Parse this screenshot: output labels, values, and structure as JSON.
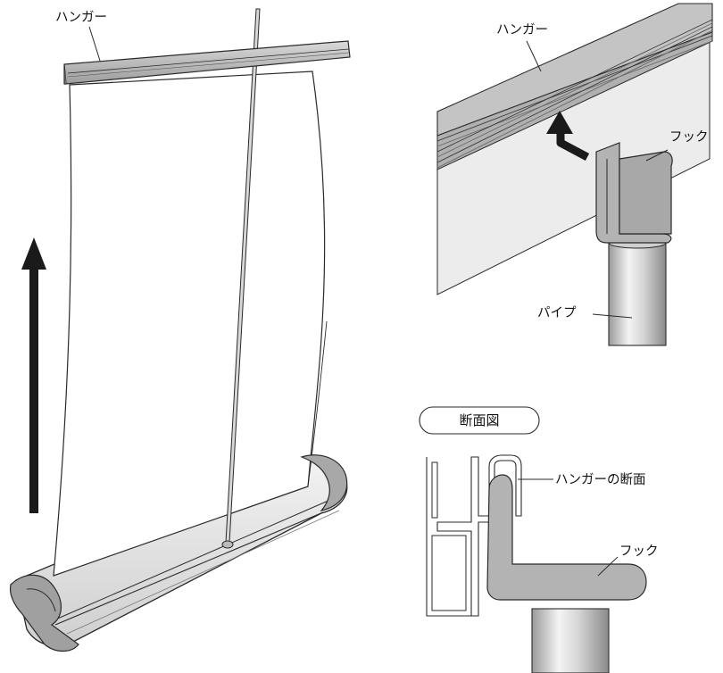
{
  "labels": {
    "main_hanger": "ハンガー",
    "detail_hanger": "ハンガー",
    "detail_hook": "フック",
    "detail_pipe": "パイプ",
    "section_title": "断面図",
    "section_hanger": "ハンガーの断面",
    "section_hook": "フック"
  },
  "colors": {
    "line": "#2a2a2a",
    "arrow": "#1a1a1a",
    "metal_light": "#e9e9e9",
    "metal_mid": "#bdbdbd",
    "metal_dark": "#8e8e8e",
    "hook_fill": "#b3b3b3",
    "banner": "#ffffff",
    "wall": "#ececec"
  },
  "icons": {
    "main_arrow": "up-arrow-icon",
    "detail_arrow": "curved-up-arrow-icon"
  }
}
